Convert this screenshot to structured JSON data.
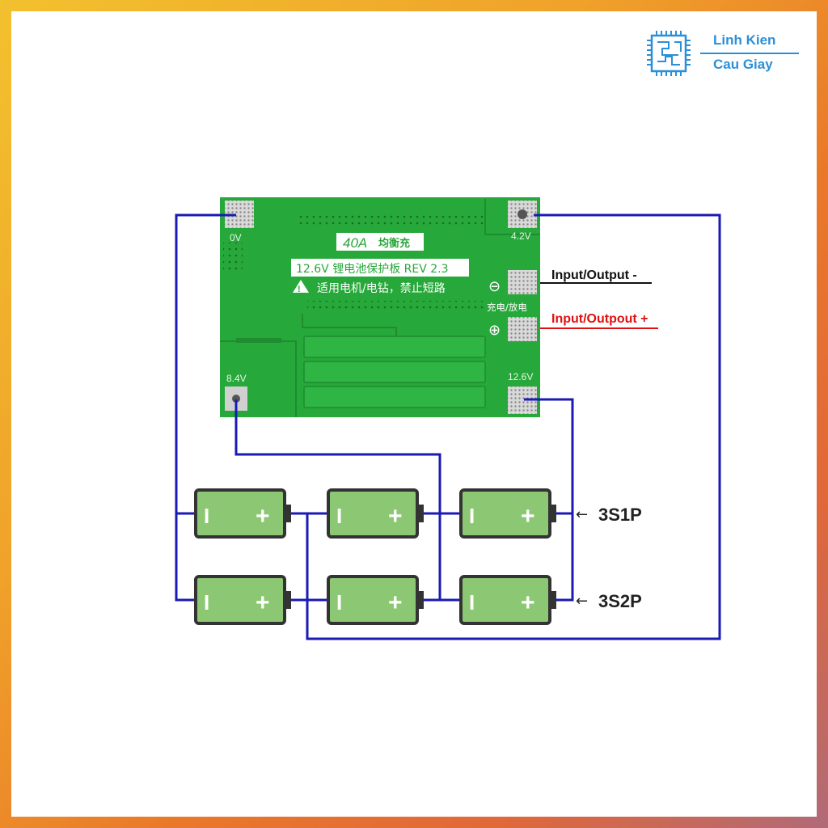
{
  "brand": {
    "line1": "Linh Kien",
    "line2": "Cau Giay"
  },
  "board": {
    "title_badge": "40A",
    "title_badge_cn": "均衡充",
    "model_line": "12.6V 锂电池保护板 REV 2.3",
    "warning_line": "适用电机/电钻，禁止短路",
    "pad_0v": "0V",
    "pad_42v": "4.2V",
    "pad_84v": "8.4V",
    "pad_126v": "12.6V",
    "charge_label": "充电/放电",
    "minus_symbol": "⊖",
    "plus_symbol": "⊕"
  },
  "labels": {
    "io_minus": "Input/Output -",
    "io_plus": "Input/Outpout +",
    "row1": "3S1P",
    "row2": "3S2P",
    "arrow": "←"
  },
  "battery": {
    "minus": "I",
    "plus": "+"
  },
  "colors": {
    "wire_blue": "#1a1ab4",
    "wire_black": "#111111",
    "wire_red": "#e01010",
    "board_green": "#27a83a",
    "battery_green": "#8cc873"
  }
}
